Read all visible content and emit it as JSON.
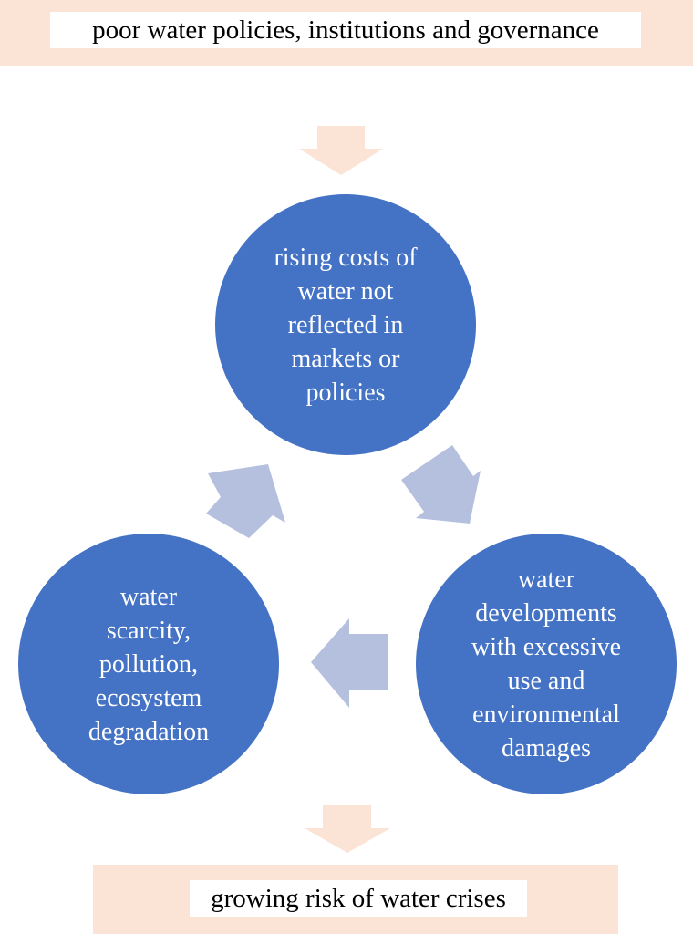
{
  "top_banner": {
    "text": "poor water policies, institutions and governance"
  },
  "cycle": {
    "top_node": "rising costs of\nwater not\nreflected in\nmarkets or\npolicies",
    "right_node": "water\ndevelopments\nwith excessive\nuse and\nenvironmental\ndamages",
    "left_node": "water\nscarcity,\npollution,\necosystem\ndegradation"
  },
  "bottom_banner": {
    "text": "growing risk of water crises"
  },
  "colors": {
    "node_fill": "#4472c4",
    "cycle_arrow": "#b4c0de",
    "flow_arrow": "#fbe3d6",
    "banner_fill": "#fbe3d6"
  }
}
